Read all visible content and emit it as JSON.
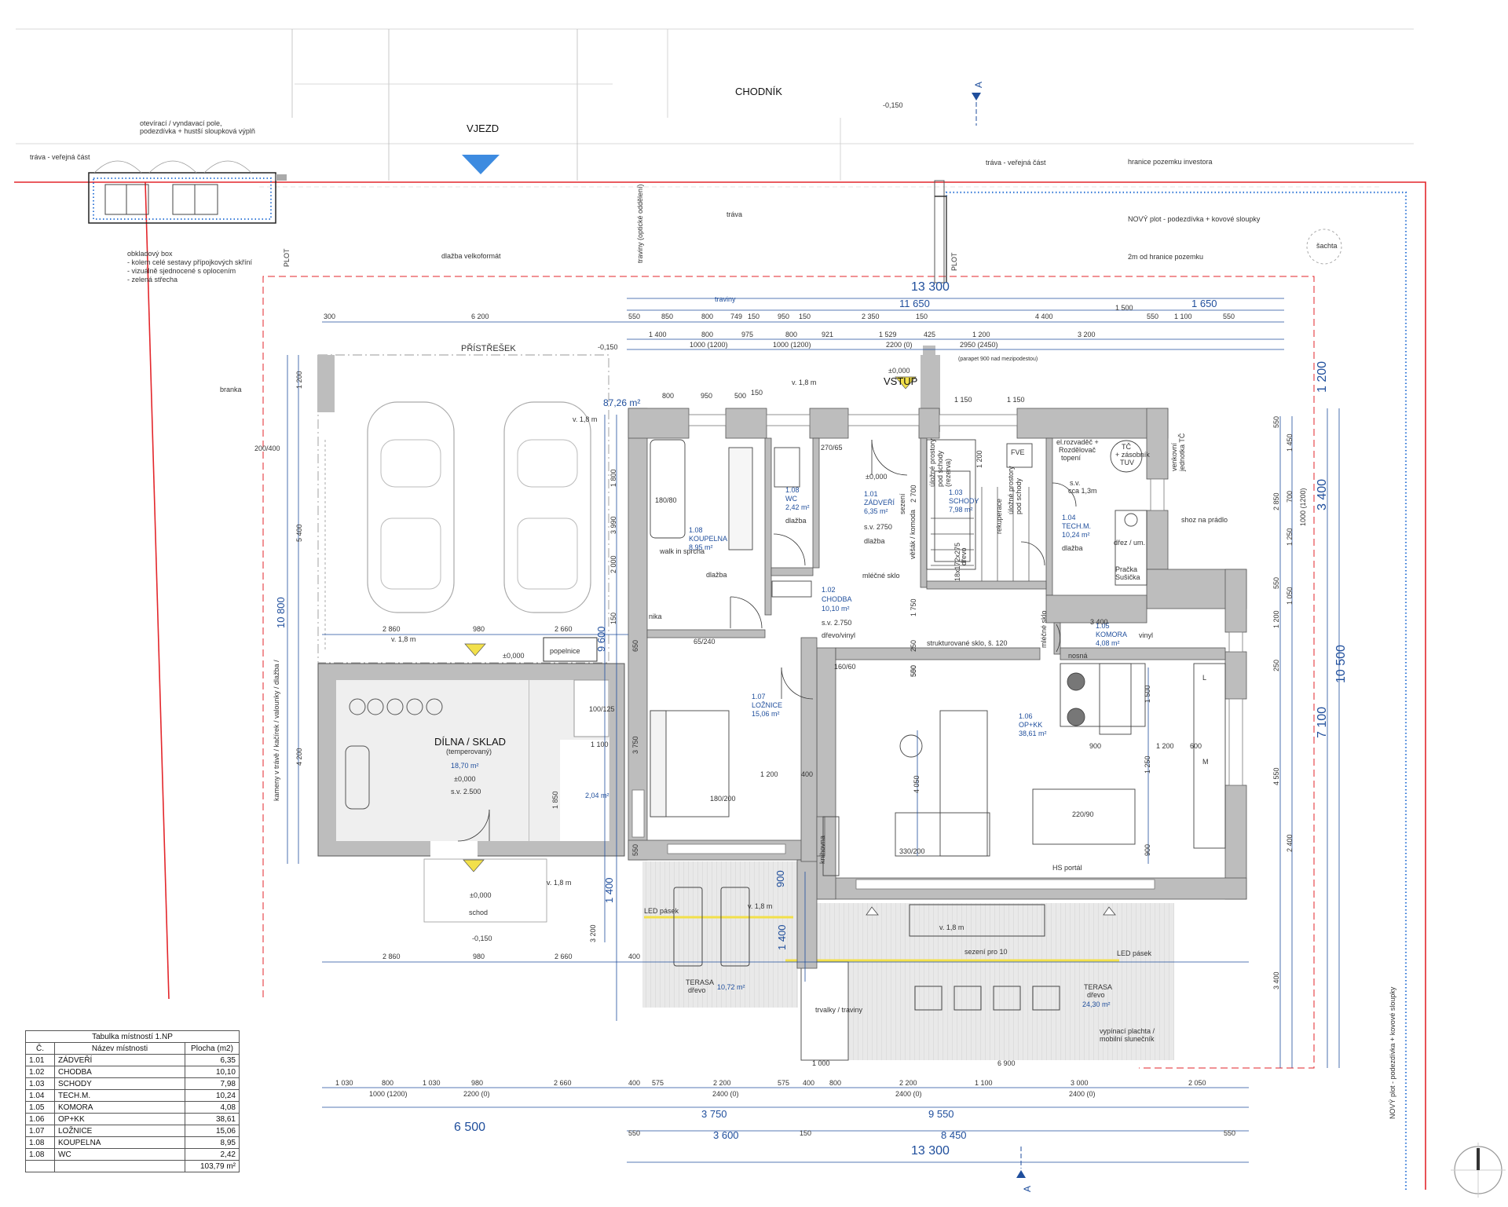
{
  "site": {
    "sidewalk": "CHODNÍK",
    "driveway": "VJEZD",
    "grass_public_left": "tráva - veřejná část",
    "grass_public_right": "tráva - veřejná část",
    "grass": "tráva",
    "grass_vertical": "traviny (optické oddělení)",
    "paving": "dlažba velkoformát",
    "fence_left": "PLOT",
    "fence_right": "PLOT",
    "level_sidewalk": "-0,150",
    "level_carport": "-0,150",
    "level_step": "-0,150",
    "manhole": "šachta",
    "section_marker": "A",
    "carport": "PŘÍSTŘEŠEK",
    "gate": "branka",
    "gate_dim": "200/400",
    "grasses_top": "traviny",
    "grasses_bottom": "trvalky / traviny",
    "ledge": "(parapet 900 nad mezipodestou)",
    "stones": "kameny v trávě / kačírek / valounky / dlažba /",
    "bins": "popelnice",
    "bins_level": "±0,000",
    "entrance": "VSTUP",
    "entrance_level": "±0,000",
    "total_area": "87,26 m²"
  },
  "notes": {
    "gate_fill": [
      "otevírací / vyndavací pole,",
      "podezdívka + hustší sloupková výplň"
    ],
    "box": [
      "obkladový box",
      "- kolem celé sestavy přípojkových skříní",
      "- vizuálně sjednocené s oplocením",
      "- zelená střecha"
    ],
    "plot_boundary": "hranice pozemku investora",
    "new_fence": "NOVÝ plot - podezdívka + kovové sloupky",
    "new_fence_vertical": "NOVÝ plot - podezdívka + kovové sloupky",
    "two_m": "2m od hranice pozemku",
    "laundry_chute": "shoz na prádlo",
    "led": "LED pásek",
    "led2": "LED pásek",
    "awning": [
      "vypínací plachta /",
      "mobilní slunečník"
    ],
    "hs_portal": "HS portál",
    "structured_glass": "strukturované sklo, š. 120",
    "milk_glass": "mléčné sklo",
    "milk_glass_v": "mléčné sklo",
    "v18": "v. 1,8 m"
  },
  "rooms": [
    {
      "id": "1.01",
      "name": "ZÁDVEŘÍ",
      "area": "6,35 m²",
      "extra": "s.v. 2750",
      "floor": "dlažba"
    },
    {
      "id": "1.02",
      "name": "CHODBA",
      "area": "10,10 m²",
      "extra": "s.v. 2.750",
      "floor": "dřevo/vinyl"
    },
    {
      "id": "1.03",
      "name": "SCHODY",
      "area": "7,98 m²",
      "extra": "",
      "floor": "dřevo"
    },
    {
      "id": "1.04",
      "name": "TECH.M.",
      "area": "10,24 m²",
      "extra": "",
      "floor": "dlažba"
    },
    {
      "id": "1.05",
      "name": "KOMORA",
      "area": "4,08 m²",
      "extra": "",
      "floor": "vinyl"
    },
    {
      "id": "1.06",
      "name": "OP+KK",
      "area": "38,61 m²",
      "extra": "",
      "floor": ""
    },
    {
      "id": "1.07",
      "name": "LOŽNICE",
      "area": "15,06 m²",
      "extra": "",
      "floor": ""
    },
    {
      "id": "1.08",
      "name": "KOUPELNA",
      "area": "8,95 m²",
      "extra": "",
      "floor": "dlažba"
    },
    {
      "id": "1.08",
      "name": "WC",
      "area": "2,42 m²",
      "extra": "",
      "floor": "dlažba"
    }
  ],
  "workshop": {
    "name": "DÍLNA / SKLAD",
    "sub": "(temperovaný)",
    "area": "18,70 m²",
    "level": "±0,000",
    "height": "s.v. 2.500",
    "wc_area": "2,04 m²"
  },
  "terraces": [
    {
      "name": "TERASA",
      "floor": "dřevo",
      "area": "10,72 m²"
    },
    {
      "name": "TERASA",
      "floor": "dřevo",
      "area": "24,30 m²"
    }
  ],
  "furniture": {
    "bath": "180/80",
    "bed": "180/200",
    "sofa": "330/200",
    "table": "220/90",
    "wardrobe": "65/240",
    "shower_room": "100/125",
    "door_box": "160/60",
    "door_zad": "270/65",
    "stairs": "18x172x275",
    "walkin": "walk in sprcha",
    "niche": "nika",
    "fve": "FVE",
    "rozvadec": [
      "el.rozvaděč +",
      "Rozdělovač",
      "topení"
    ],
    "tc": [
      "TČ",
      "+ zásobník",
      "TUV"
    ],
    "vent": [
      "venkovní",
      "jednotka TČ"
    ],
    "sv": [
      "s.v.",
      "cca 1,3m"
    ],
    "washer": [
      "Pračka",
      "Sušička"
    ],
    "tap": "dřez / um.",
    "pantry": "nosná",
    "storage": [
      "úložné prostory",
      "pod schody",
      "(rezerva)"
    ],
    "seating": "sezení",
    "seating10": "sezení pro 10",
    "shoe": "věšák / komoda",
    "recup": "rekuperace",
    "storage2": [
      "úložné prostory",
      "pod schody"
    ],
    "library": "knihovna",
    "step": "schod",
    "step_level": "±0,000",
    "zad_level": "±0,000",
    "l": "L",
    "m": "M"
  },
  "dims_top_big": [
    "13 300",
    "11 650",
    "1 650"
  ],
  "dims_top_row1": [
    "300",
    "6 200",
    "550",
    "850",
    "800",
    "749",
    "150",
    "950",
    "150",
    "2 350",
    "150",
    "4 400",
    "550",
    "1 100",
    "550"
  ],
  "dims_top_row2": [
    "1 400",
    "800",
    "975",
    "800",
    "921",
    "1 529",
    "425",
    "1 200",
    "3 200"
  ],
  "dims_top_row3": [
    "1000 (1200)",
    "1000 (1200)",
    "2200 (0)",
    "2950 (2450)"
  ],
  "dims_bottom_row1": [
    "1 030",
    "800",
    "1 030",
    "980",
    "2 660",
    "400",
    "575",
    "2 200",
    "575",
    "400",
    "800",
    "2 200",
    "1 100",
    "3 000",
    "2 050"
  ],
  "dims_bottom_row2": [
    "1000 (1200)",
    "2200 (0)",
    "2400 (0)",
    "2400 (0)",
    "2400 (0)"
  ],
  "dims_bottom_row3": [
    "3 750",
    "9 550"
  ],
  "dims_bottom_row4": [
    "550",
    "3 600",
    "150",
    "8 450",
    "550"
  ],
  "dims_bottom_big": [
    "6 500",
    "13 300"
  ],
  "dims_left": [
    "1 200",
    "5 400",
    "4 200",
    "10 800",
    "1 800",
    "3 990",
    "2 000",
    "150",
    "650",
    "9 600",
    "3 750",
    "1 850",
    "550",
    "1 400",
    "3 200",
    "900",
    "1 400"
  ],
  "dims_right": [
    "1 200",
    "3 400",
    "10 500",
    "7 100",
    "550",
    "1 450",
    "2 850",
    "700",
    "1000 (1200)",
    "1 250",
    "1 200",
    "1 050",
    "550",
    "250",
    "4 550",
    "2 400",
    "900",
    "3 400"
  ],
  "dims_misc": [
    "2 860",
    "980",
    "2 660",
    "2 860",
    "980",
    "2 660",
    "400",
    "1 150",
    "1 150",
    "800",
    "950",
    "500",
    "150",
    "1 100",
    "1 200",
    "900",
    "600",
    "400",
    "1 200",
    "1 000",
    "6 900",
    "1 500",
    "1 250",
    "4 050",
    "550",
    "2 700",
    "1 200",
    "1 750",
    "250",
    "500",
    "3 400",
    "1 500"
  ],
  "table": {
    "title": "Tabulka místností 1.NP",
    "headers": [
      "Č.",
      "Název místnosti",
      "Plocha (m2)"
    ],
    "rows": [
      [
        "1.01",
        "ZÁDVEŘÍ",
        "6,35"
      ],
      [
        "1.02",
        "CHODBA",
        "10,10"
      ],
      [
        "1.03",
        "SCHODY",
        "7,98"
      ],
      [
        "1.04",
        "TECH.M.",
        "10,24"
      ],
      [
        "1.05",
        "KOMORA",
        "4,08"
      ],
      [
        "1.06",
        "OP+KK",
        "38,61"
      ],
      [
        "1.07",
        "LOŽNICE",
        "15,06"
      ],
      [
        "1.08",
        "KOUPELNA",
        "8,95"
      ],
      [
        "1.08",
        "WC",
        "2,42"
      ]
    ],
    "total": "103,79 m²"
  },
  "colors": {
    "wall": "#bdbdbd",
    "wall_edge": "#555",
    "dim": "#1f4e9c",
    "red": "#e3262b",
    "floor_hatch": "#dedede",
    "yellow": "#f2e04a"
  }
}
